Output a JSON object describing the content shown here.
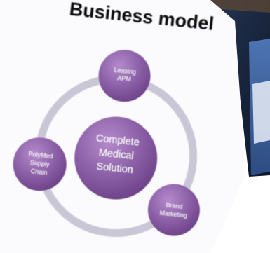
{
  "title": "Business model",
  "center": {
    "lines": [
      "Complete",
      "Medical",
      "Solution"
    ]
  },
  "satellites": [
    {
      "id": "leasing",
      "lines": [
        "Leasing",
        "APM"
      ]
    },
    {
      "id": "brand",
      "lines": [
        "Brand",
        "Marketing"
      ]
    },
    {
      "id": "supply",
      "lines": [
        "PolyMed",
        "Supply",
        "Chain"
      ]
    }
  ],
  "colors": {
    "node_fill": "#8b5fa6",
    "node_highlight": "#b58acc",
    "node_shadow": "#6a3f85",
    "ring": "#c9c7d6",
    "background_dark": "#1c2e4a",
    "background_blue": "#3a5f9a"
  }
}
